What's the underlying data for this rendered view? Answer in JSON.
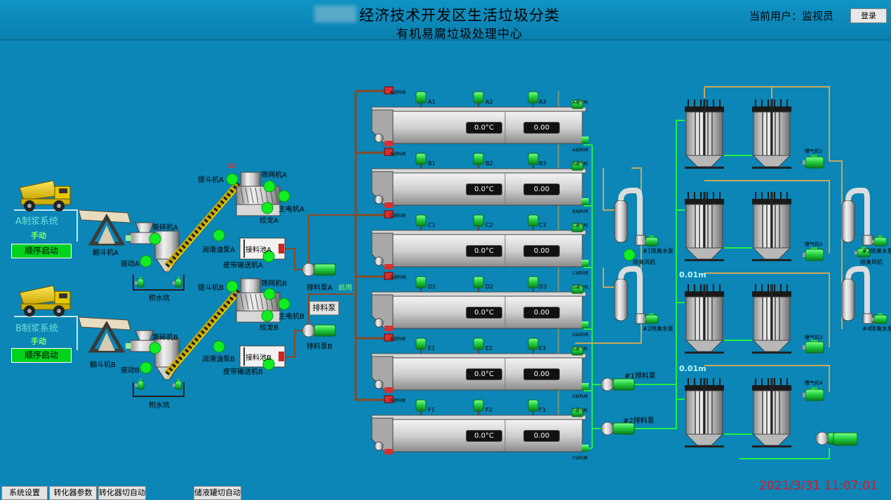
{
  "header": {
    "title_line1": "经济技术开发区生活垃圾分类",
    "title_line2": "有机易腐垃圾处理中心",
    "current_user_label": "当前用户：监视员",
    "login_label": "登录"
  },
  "left": {
    "system_a": {
      "name": "A制浆系统",
      "mode": "手动",
      "start_label": "顺序启动"
    },
    "system_b": {
      "name": "B制浆系统",
      "mode": "手动",
      "start_label": "顺序启动"
    },
    "labels": {
      "dumper_a": "翻斗机A",
      "crusher_a": "撕碎机A",
      "vibrate_a": "振动A",
      "water_pit_a": "积水坑",
      "hoist_a": "提斗机A",
      "hoist_a_value": "0A",
      "screen_a": "筛网机A",
      "main_motor_a": "主电机A",
      "auger_a": "绞龙A",
      "lube_pump_a": "润滑油泵A",
      "receive_tank_a": "接料池A",
      "belt_a": "皮带输送机A",
      "dumper_b": "翻斗机B",
      "crusher_b": "撕碎机B",
      "vibrate_b": "振动B",
      "water_pit_b": "积水坑",
      "hoist_b": "提斗机B",
      "screen_b": "筛网机B",
      "main_motor_b": "主电机B",
      "auger_b": "绞龙B",
      "lube_pump_b": "润滑油泵B",
      "receive_tank_b": "接料池B",
      "belt_b": "皮带输送机B",
      "discharge_pump_a": "排料泵A",
      "discharge_pump_b": "排料泵B",
      "enabled": "启用",
      "discharge_pump_btn": "排料泵"
    }
  },
  "tanks": [
    {
      "row": "A",
      "agitators": [
        "A1",
        "A2",
        "A3"
      ],
      "temp": "0.0°C",
      "value": "0.00",
      "inlet": "A进料阀",
      "outlet": "A出料阀",
      "fan": "A通气机"
    },
    {
      "row": "B",
      "agitators": [
        "B1",
        "B2",
        "B3"
      ],
      "temp": "0.0°C",
      "value": "0.00",
      "inlet": "B进料阀",
      "outlet": "B出料阀",
      "fan": "B通气机"
    },
    {
      "row": "C",
      "agitators": [
        "C1",
        "C2",
        "C3"
      ],
      "temp": "0.0°C",
      "value": "0.00",
      "inlet": "C进料阀",
      "outlet": "C出料阀",
      "fan": "C通气机"
    },
    {
      "row": "D",
      "agitators": [
        "D1",
        "D2",
        "D3"
      ],
      "temp": "0.0°C",
      "value": "0.00",
      "inlet": "D进料阀",
      "outlet": "D出料阀",
      "fan": "D通气机"
    },
    {
      "row": "E",
      "agitators": [
        "E1",
        "E2",
        "E3"
      ],
      "temp": "0.0°C",
      "value": "0.00",
      "inlet": "E进料阀",
      "outlet": "E出料阀",
      "fan": "E通气机"
    },
    {
      "row": "F",
      "agitators": [
        "F1",
        "F2",
        "F3"
      ],
      "temp": "0.0°C",
      "value": "0.00",
      "inlet": "F进料阀",
      "outlet": "F出料阀",
      "fan": "F通气机"
    }
  ],
  "right": {
    "deodor_pump_1": "#1除臭水泵",
    "deodor_fan_1": "除臭风机",
    "deodor_pump_2": "#2除臭水泵",
    "discharge_1": "#1排料泵",
    "discharge_2": "#2排料泵",
    "level_1": "0.01m",
    "level_2": "0.01m",
    "blowers": [
      "曝气机1",
      "曝气机2",
      "曝气机3",
      "曝气机4"
    ],
    "deodor_pump_3": "#3除臭水泵",
    "deodor_fan_2": "除臭风机",
    "deodor_pump_4": "#4除臭水泵"
  },
  "footer": {
    "buttons": [
      "系统设置",
      "转化器参数",
      "转化器切自动",
      "储液罐切自动"
    ],
    "datetime": "2021/3/31 11:07:01"
  },
  "colors": {
    "background": "#0b86b6",
    "pipe_brown": "#8a4a22",
    "pipe_green": "#22ee44",
    "pipe_tan": "#c8a85a",
    "motor_green": "#1ecc3c",
    "datetime_red": "#e0131f"
  }
}
